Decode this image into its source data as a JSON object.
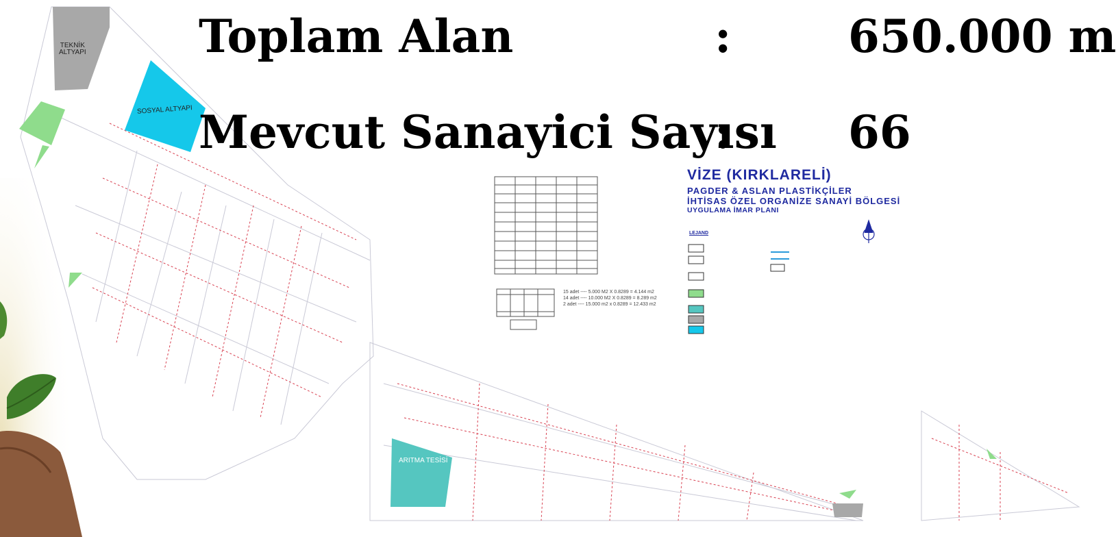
{
  "stats": {
    "total_area_label": "Toplam Alan",
    "total_area_colon": ":",
    "total_area_value": "650.000  m",
    "industrialists_label": "Mevcut Sanayici Sayısı",
    "industrialists_colon": ":",
    "industrialists_value": "66"
  },
  "plan": {
    "title": "VİZE (KIRKLARELİ)",
    "subtitle1": "PAGDER & ASLAN PLASTİKÇİLER",
    "subtitle2": "İHTİSAS ÖZEL ORGANİZE SANAYİ BÖLGESİ",
    "subtitle3": "UYGULAMA İMAR PLANI",
    "zones": {
      "teknik_line1": "TEKNİK",
      "teknik_line2": "ALTYAPI",
      "sosyal": "SOSYAL ALTYAPI",
      "aritma": "ARITMA TESİSİ"
    },
    "legend_title": "LEJAND",
    "plot_notes": [
      "15 adet ---- 5.000 M2 X 0.8289 = 4.144 m2",
      "14 adet ---- 10.000 M2 X 0.8289 = 8.289 m2",
      "2 adet ---- 15.000 m2 x 0.8289 = 12.433 m2"
    ]
  },
  "colors": {
    "sosyal_altyapi": "#15c8ea",
    "aritma_tesisi": "#55c6c0",
    "teknik_altyapi": "#a8a8a8",
    "green_area": "#8fdc8c",
    "title_blue": "#1f2aa0",
    "parcel_line": "#d84050"
  }
}
